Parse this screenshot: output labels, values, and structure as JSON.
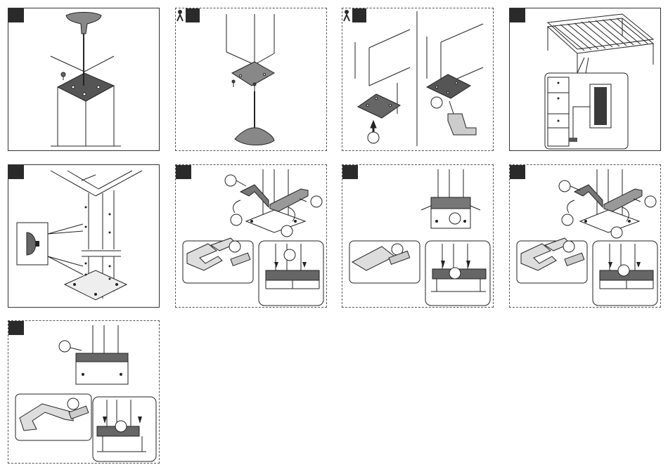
{
  "colors": {
    "ink": "#222222",
    "badge": "#2a2a2a",
    "part_dark": "#555555",
    "part_mid": "#7a7a7a",
    "part_light": "#c8c8c8",
    "paper": "#ffffff"
  },
  "steps": [
    {
      "id": "step-1",
      "border": "solid",
      "icons": [
        "t-key-icon",
        "screw-icon"
      ]
    },
    {
      "id": "step-2",
      "border": "dashed",
      "icons": [
        "two-person-icon",
        "base-plate-icon",
        "t-key-icon"
      ]
    },
    {
      "id": "step-3",
      "border": "dashed",
      "icons": [
        "two-person-icon",
        "base-plate-icon",
        "drill-icon"
      ]
    },
    {
      "id": "step-4",
      "border": "solid",
      "icons": [
        "pergola-icon",
        "velcro-strip-icon"
      ]
    },
    {
      "id": "step-5",
      "border": "solid",
      "icons": [
        "post-corner-icon",
        "cap-plug-icon"
      ]
    },
    {
      "id": "step-6",
      "border": "dashed",
      "icons": [
        "trim-piece-icon",
        "glue-tube-icon"
      ]
    },
    {
      "id": "step-7",
      "border": "dashed",
      "icons": [
        "trim-piece-icon",
        "glue-tube-icon"
      ]
    },
    {
      "id": "step-8",
      "border": "dashed",
      "icons": [
        "trim-piece-icon",
        "glue-tube-icon"
      ]
    },
    {
      "id": "step-9",
      "border": "dashed",
      "icons": [
        "trim-piece-icon",
        "glue-tube-icon"
      ]
    }
  ]
}
